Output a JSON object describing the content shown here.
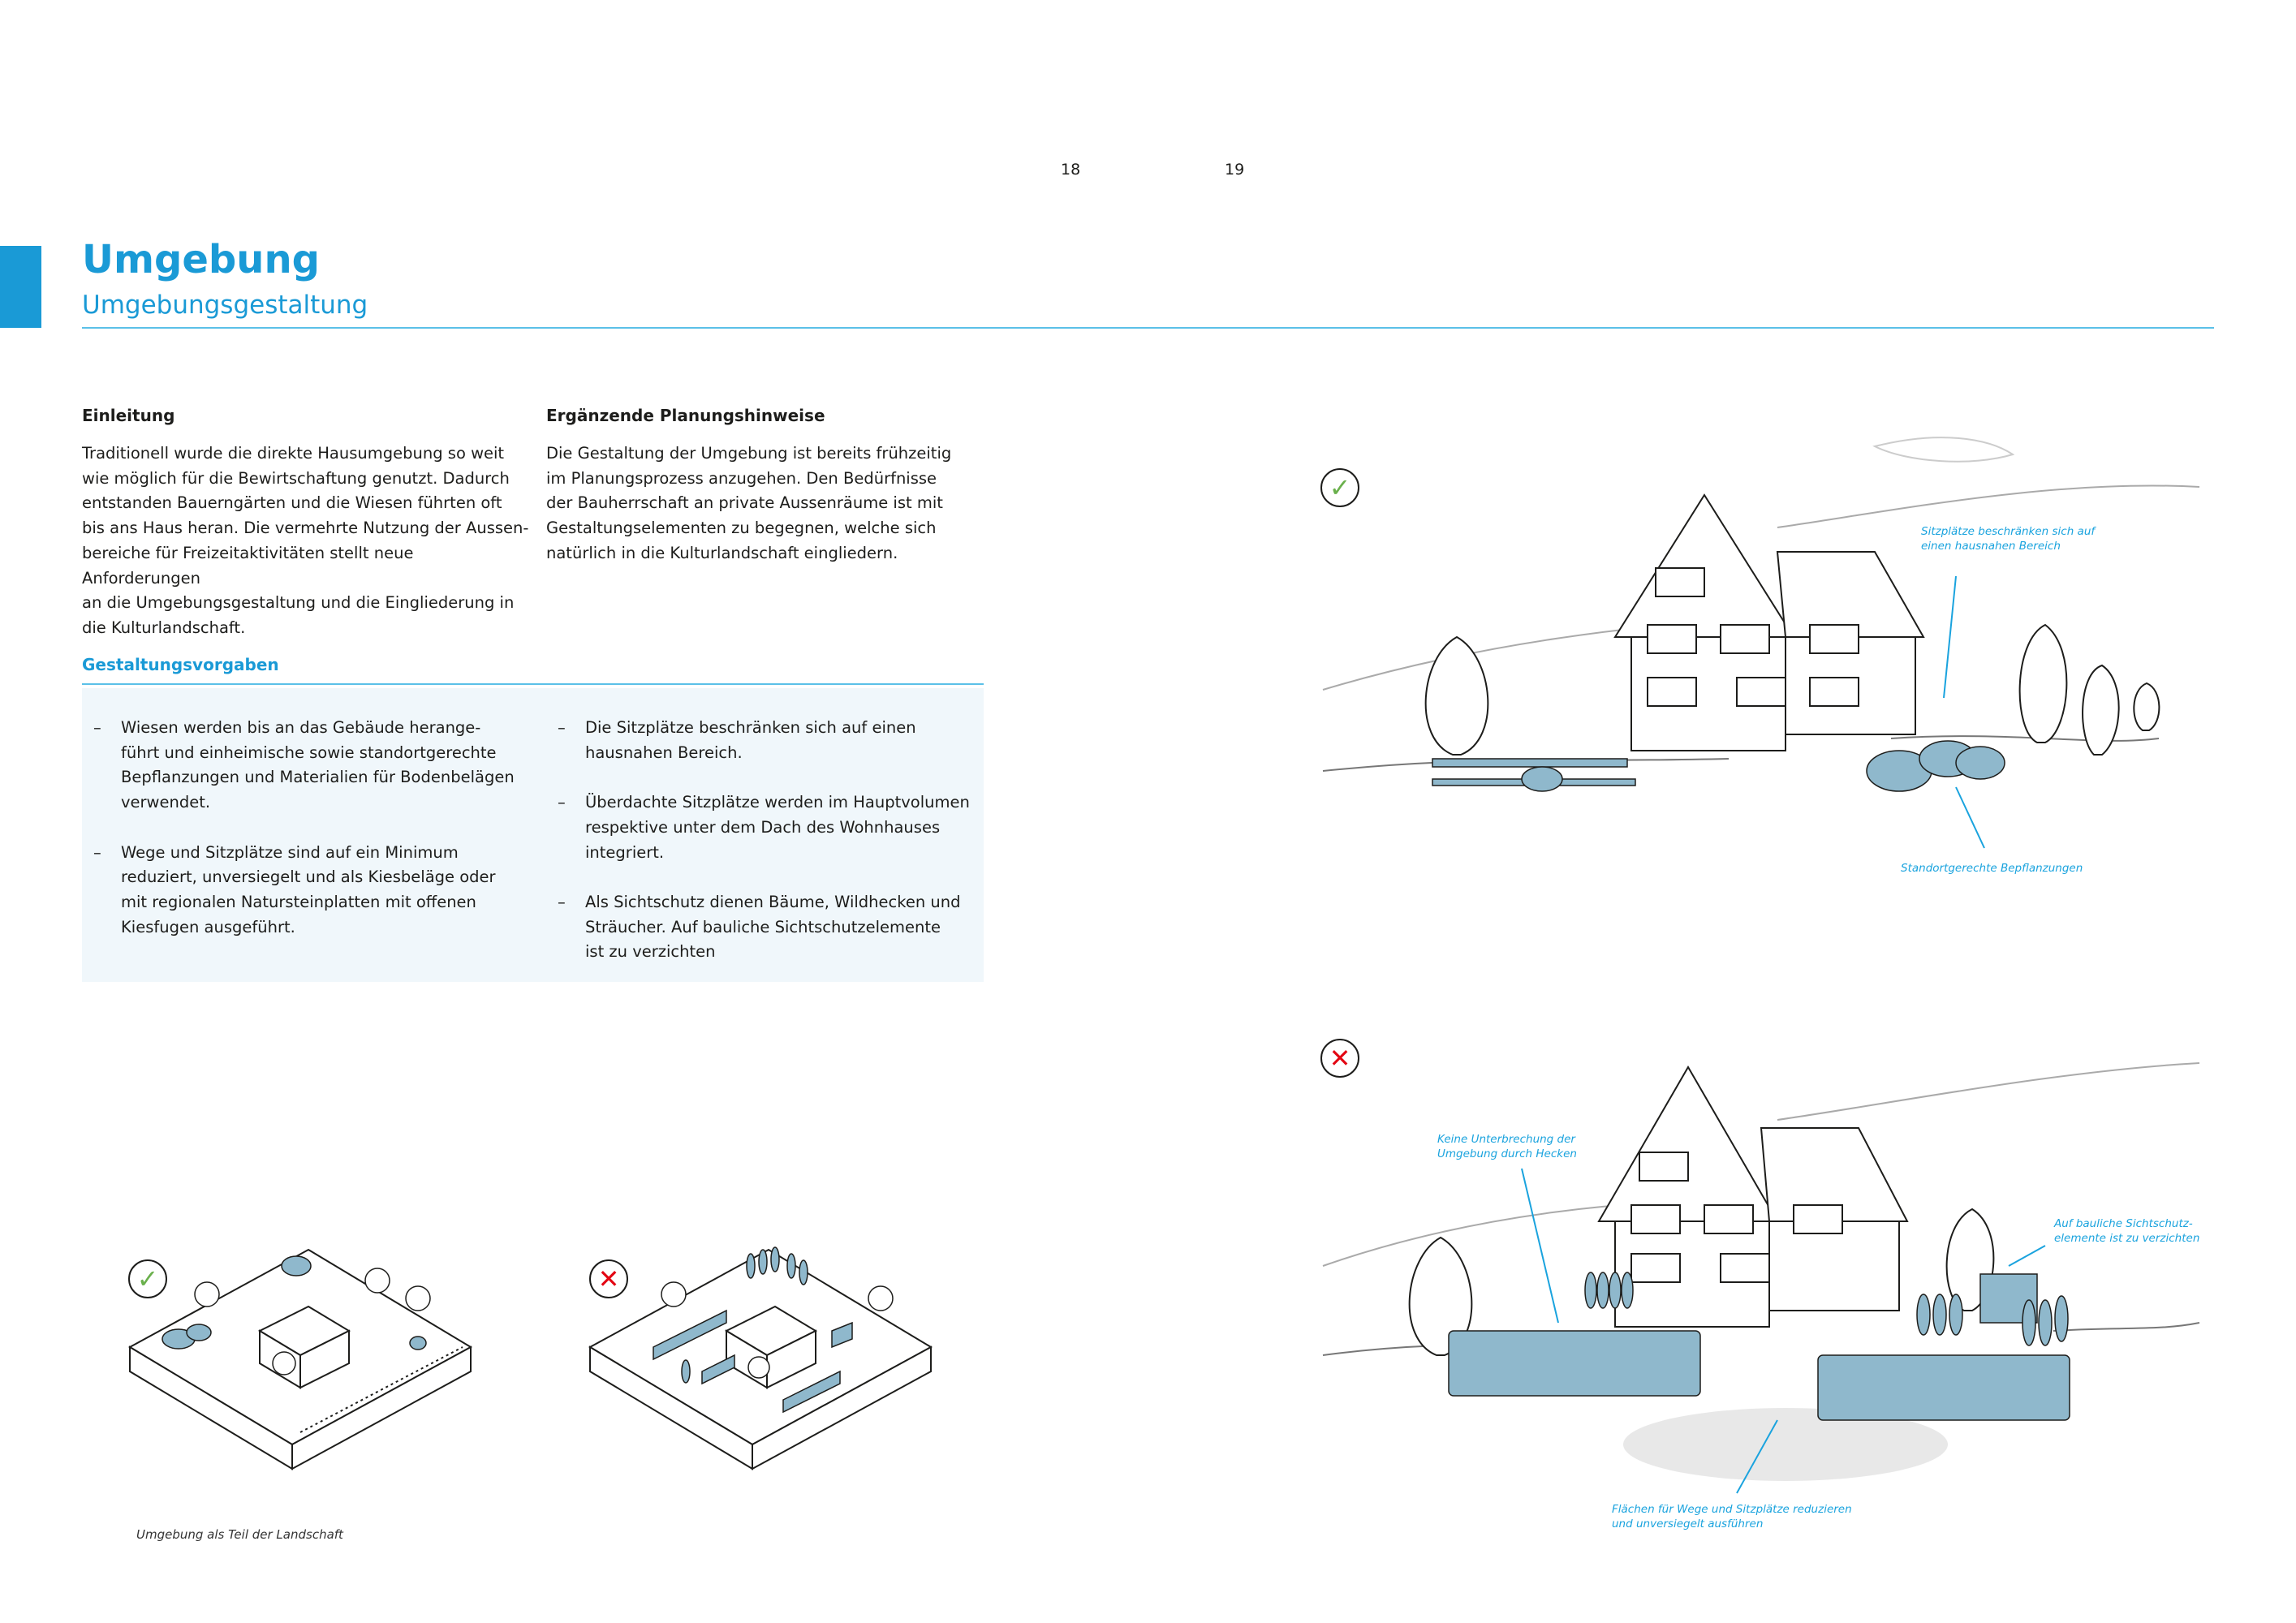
{
  "page_numbers": {
    "left": "18",
    "right": "19"
  },
  "header": {
    "title": "Umgebung",
    "subtitle": "Umgebungsgestaltung"
  },
  "intro": {
    "heading": "Einleitung",
    "text": "Traditionell wurde die direkte Hausumgebung so weit\nwie möglich für die Bewirtschaftung genutzt. Dadurch\nentstanden Bauerngärten und die Wiesen führten oft\nbis ans Haus heran. Die vermehrte Nutzung der Aussen-\nbereiche für Freizeitaktivitäten stellt neue Anforderungen\nan die Umgebungsgestaltung und die Eingliederung in\ndie Kulturlandschaft."
  },
  "planning": {
    "heading": "Ergänzende Planungshinweise",
    "text": "Die Gestaltung der Umgebung ist bereits frühzeitig\nim Planungsprozess anzugehen. Den Bedürfnisse\nder Bauherrschaft an private Aussenräume ist mit\nGestaltungselementen zu begegnen, welche sich\nnatürlich in die Kulturlandschaft eingliedern."
  },
  "guidelines": {
    "heading": "Gestaltungsvorgaben",
    "col1": [
      "Wiesen werden bis an das Gebäude herange-\nführt und einheimische sowie standortgerechte\nBepflanzungen und Materialien für Bodenbelägen\nverwendet.",
      "Wege und Sitzplätze sind auf ein Minimum\nreduziert, unversiegelt und als Kiesbeläge oder\nmit regionalen Natursteinplatten mit offenen\nKiesfugen ausgeführt."
    ],
    "col2": [
      "Die Sitzplätze beschränken sich auf einen\nhausnahen Bereich.",
      "Überdachte Sitzplätze werden im Hauptvolumen\nrespektive unter dem Dach des Wohnhauses\nintegriert.",
      "Als Sichtschutz dienen Bäume, Wildhecken und\nSträucher. Auf bauliche Sichtschutzelemente\nist zu verzichten"
    ]
  },
  "small_illustrations": {
    "caption": "Umgebung als Teil der Landschaft",
    "good_icon": "check-icon",
    "bad_icon": "cross-icon"
  },
  "illustration_good": {
    "icon": "check-icon",
    "notes": [
      "Sitzplätze beschränken sich auf\neinen hausnahen Bereich",
      "Standortgerechte Bepflanzungen"
    ]
  },
  "illustration_bad": {
    "icon": "cross-icon",
    "notes": [
      "Keine Unterbrechung der\nUmgebung durch Hecken",
      "Auf bauliche Sichtschutz-\nelemente ist zu verzichten",
      "Flächen für Wege und Sitzplätze reduzieren\nund unversiegelt ausführen"
    ]
  },
  "colors": {
    "accent": "#1a9ad6",
    "check": "#6ab04c",
    "cross": "#e30613",
    "plant": "#8fb8cc",
    "box": "#f0f7fb"
  }
}
